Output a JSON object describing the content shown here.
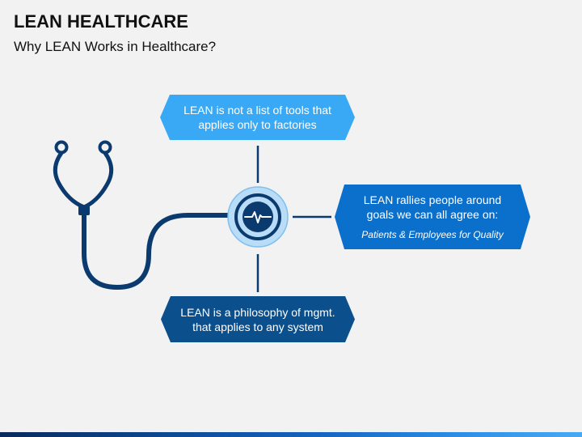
{
  "header": {
    "title": "LEAN HEALTHCARE",
    "subtitle": "Why LEAN Works in Healthcare?"
  },
  "boxes": {
    "top": {
      "line1": "LEAN is not a list of tools that",
      "line2": "applies only to factories"
    },
    "right": {
      "line1": "LEAN rallies people around",
      "line2": "goals we can all agree on:",
      "line3": "Patients & Employees for Quality"
    },
    "bottom": {
      "line1": "LEAN is a philosophy of mgmt.",
      "line2": "that applies to any system"
    }
  },
  "colors": {
    "background": "#f2f2f2",
    "navy": "#0b3a6e",
    "light_blue": "#39a9f5",
    "mid_blue": "#0b6fcc",
    "dark_blue": "#0b4f8c",
    "circle_fill": "#b9dcf7"
  },
  "icons": {
    "stethoscope": "stethoscope-icon",
    "heartbeat": "heartbeat-icon"
  }
}
